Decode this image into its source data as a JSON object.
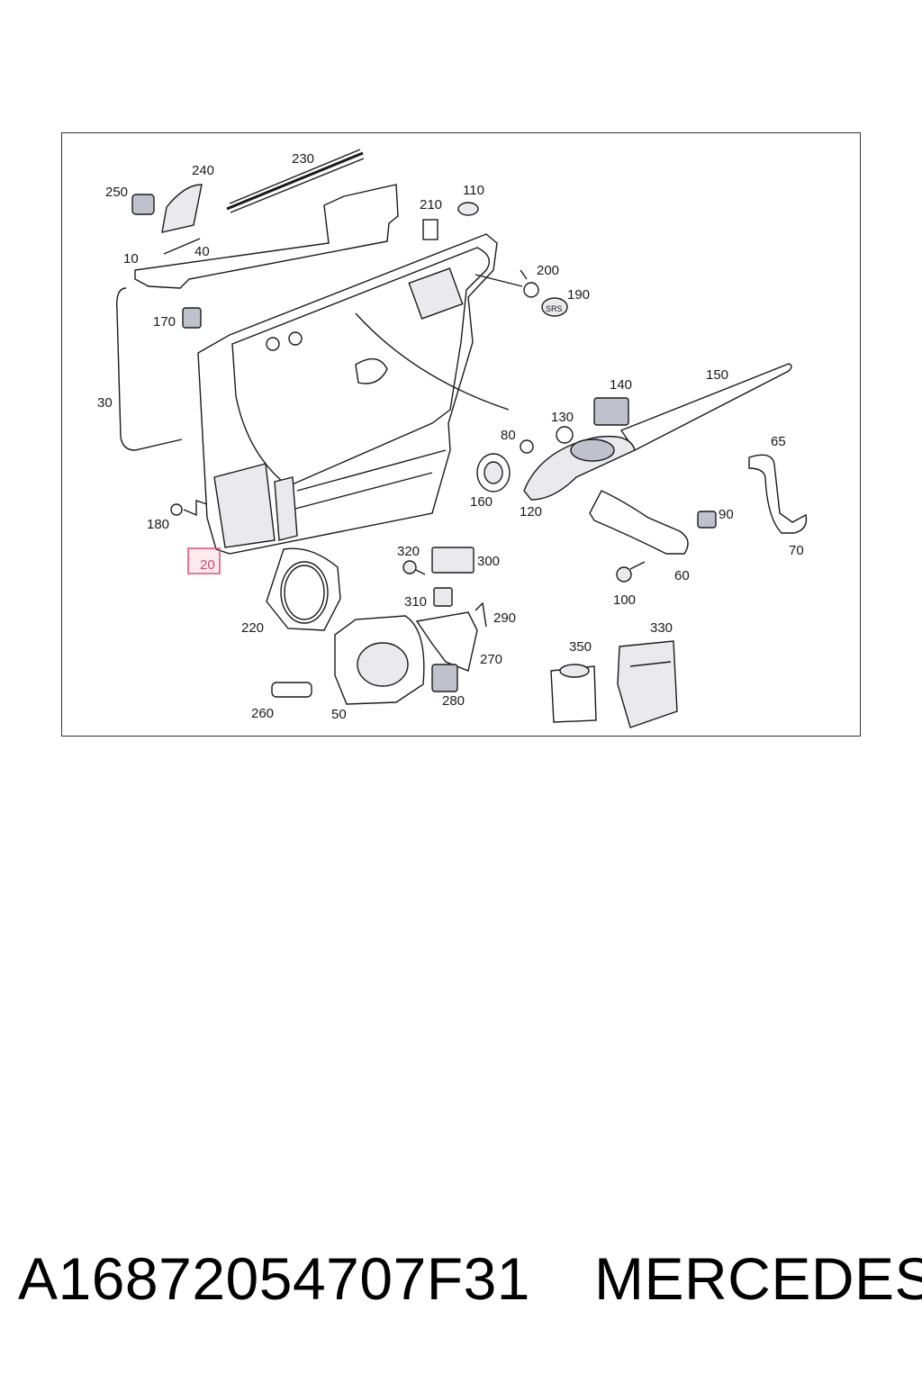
{
  "diagram": {
    "callouts": {
      "c10": "10",
      "c20": "20",
      "c30": "30",
      "c40": "40",
      "c50": "50",
      "c60": "60",
      "c65": "65",
      "c70": "70",
      "c80": "80",
      "c90": "90",
      "c100": "100",
      "c110": "110",
      "c120": "120",
      "c130": "130",
      "c140": "140",
      "c150": "150",
      "c160": "160",
      "c170": "170",
      "c180": "180",
      "c190": "190",
      "c200": "200",
      "c210": "210",
      "c220": "220",
      "c230": "230",
      "c240": "240",
      "c250": "250",
      "c260": "260",
      "c270": "270",
      "c280": "280",
      "c290": "290",
      "c300": "300",
      "c310": "310",
      "c320": "320",
      "c330": "330",
      "c350": "350"
    },
    "highlighted_callout": "20",
    "highlight_color": "#e05070",
    "part_text": {
      "srs": "SRS"
    }
  },
  "footer": {
    "part_number": "A16872054707F31",
    "brand": "MERCEDES"
  }
}
